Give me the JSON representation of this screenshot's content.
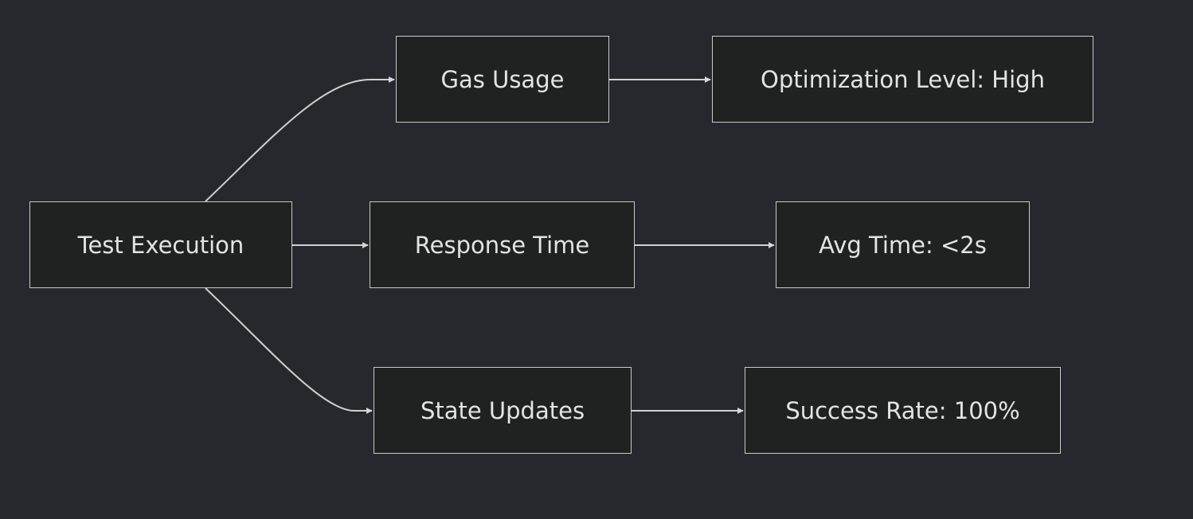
{
  "nodes": {
    "test_execution": "Test Execution",
    "gas_usage": "Gas Usage",
    "response_time": "Response Time",
    "state_updates": "State Updates",
    "optimization_level": "Optimization Level: High",
    "avg_time": "Avg Time: <2s",
    "success_rate": "Success Rate: 100%"
  },
  "edges": [
    {
      "from": "Test Execution",
      "to": "Gas Usage"
    },
    {
      "from": "Test Execution",
      "to": "Response Time"
    },
    {
      "from": "Test Execution",
      "to": "State Updates"
    },
    {
      "from": "Gas Usage",
      "to": "Optimization Level: High"
    },
    {
      "from": "Response Time",
      "to": "Avg Time: <2s"
    },
    {
      "from": "State Updates",
      "to": "Success Rate: 100%"
    }
  ],
  "colors": {
    "background": "#26282d",
    "node_fill": "#202221",
    "node_border": "#c9c9c9",
    "text": "#e3e3e3",
    "edge": "#d0d0d0"
  }
}
